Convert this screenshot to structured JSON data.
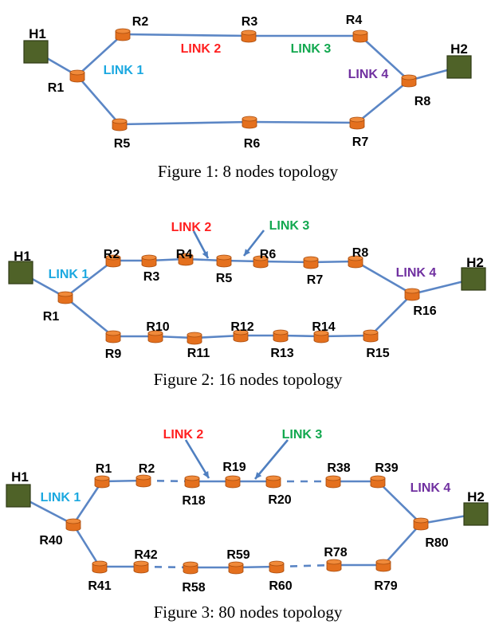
{
  "colors": {
    "router_fill": "#e4701e",
    "router_top": "#f08a3a",
    "router_stroke": "#a84b0c",
    "host_fill": "#4f6228",
    "edge": "#5b86c5",
    "link1": "#1ba8e0",
    "link2": "#ff2020",
    "link3": "#12a84f",
    "link4": "#7030a0"
  },
  "figures": [
    {
      "caption": "Figure 1: 8 nodes topology",
      "hosts": [
        "H1",
        "H2"
      ],
      "routers": [
        "R1",
        "R2",
        "R3",
        "R4",
        "R5",
        "R6",
        "R7",
        "R8"
      ],
      "links": [
        "LINK 1",
        "LINK 2",
        "LINK 3",
        "LINK 4"
      ]
    },
    {
      "caption": "Figure 2: 16 nodes topology",
      "hosts": [
        "H1",
        "H2"
      ],
      "routers": [
        "R1",
        "R2",
        "R3",
        "R4",
        "R5",
        "R6",
        "R7",
        "R8",
        "R9",
        "R10",
        "R11",
        "R12",
        "R13",
        "R14",
        "R15",
        "R16"
      ],
      "links": [
        "LINK 1",
        "LINK 2",
        "LINK 3",
        "LINK 4"
      ]
    },
    {
      "caption": "Figure 3: 80 nodes topology",
      "hosts": [
        "H1",
        "H2"
      ],
      "routers": [
        "R1",
        "R2",
        "R18",
        "R19",
        "R20",
        "R38",
        "R39",
        "R40",
        "R41",
        "R42",
        "R58",
        "R59",
        "R60",
        "R78",
        "R79",
        "R80"
      ],
      "links": [
        "LINK 1",
        "LINK 2",
        "LINK 3",
        "LINK 4"
      ]
    }
  ]
}
